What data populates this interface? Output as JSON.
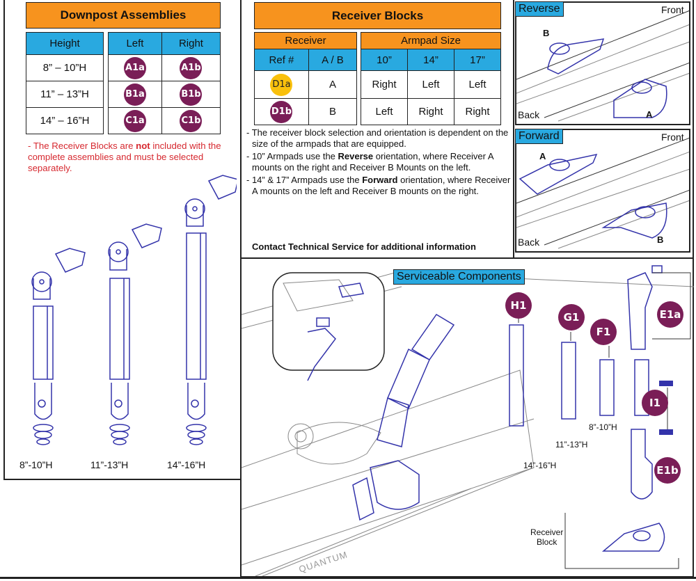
{
  "downpost": {
    "title": "Downpost Assemblies",
    "headers": [
      "Height",
      "Left",
      "Right"
    ],
    "rows": [
      {
        "height": "8” – 10”H",
        "left": "A1a",
        "right": "A1b"
      },
      {
        "height": "11” – 13”H",
        "left": "B1a",
        "right": "B1b"
      },
      {
        "height": "14” – 16”H",
        "left": "C1a",
        "right": "C1b"
      }
    ],
    "note_pre": "- The Receiver Blocks are ",
    "note_bold": "not",
    "note_post": " included with the complete assemblies and must be selected separately.",
    "figure_labels": [
      "8”-10”H",
      "11”-13”H",
      "14”-16”H"
    ]
  },
  "receiver": {
    "title": "Receiver Blocks",
    "group_receiver": "Receiver",
    "group_armpad": "Armpad Size",
    "headers": [
      "Ref #",
      "A / B",
      "10”",
      "14”",
      "17”"
    ],
    "rows": [
      {
        "ref": "D1a",
        "ab": "A",
        "s10": "Right",
        "s14": "Left",
        "s17": "Left"
      },
      {
        "ref": "D1b",
        "ab": "B",
        "s10": "Left",
        "s14": "Right",
        "s17": "Right"
      }
    ],
    "notes": [
      {
        "pre": "- The receiver block selection and orientation is dependent on the size of the armpads that are equipped.",
        "bold": "",
        "post": ""
      },
      {
        "pre": "- 10” Armpads use the ",
        "bold": "Reverse",
        "post": " orientation, where Receiver A mounts on the right and Receiver B Mounts on the left."
      },
      {
        "pre": "- 14” & 17” Armpads use the ",
        "bold": "Forward",
        "post": " orientation, where Receiver A mounts on the left and Receiver B mounts on the right."
      }
    ],
    "contact": "Contact Technical Service for additional information"
  },
  "orientation": {
    "reverse": {
      "tag": "Reverse",
      "front": "Front",
      "back": "Back",
      "top_label": "B",
      "bottom_label": "A"
    },
    "forward": {
      "tag": "Forward",
      "front": "Front",
      "back": "Back",
      "top_label": "A",
      "bottom_label": "B"
    }
  },
  "serviceable": {
    "title": "Serviceable Components",
    "badges": [
      "H1",
      "G1",
      "F1",
      "E1a",
      "I1",
      "E1b"
    ],
    "tube_labels": [
      "14”-16”H",
      "11”-13”H",
      "8”-10”H"
    ],
    "receiver_label_1": "Receiver",
    "receiver_label_2": "Block",
    "brand_text": "QUANTUM"
  },
  "colors": {
    "orange": "#f7931e",
    "blue": "#29a9e0",
    "badge_purple": "#7a1e57",
    "badge_yellow": "#f9c00c",
    "note_red": "#d6282f",
    "part_blue": "#3333aa"
  }
}
